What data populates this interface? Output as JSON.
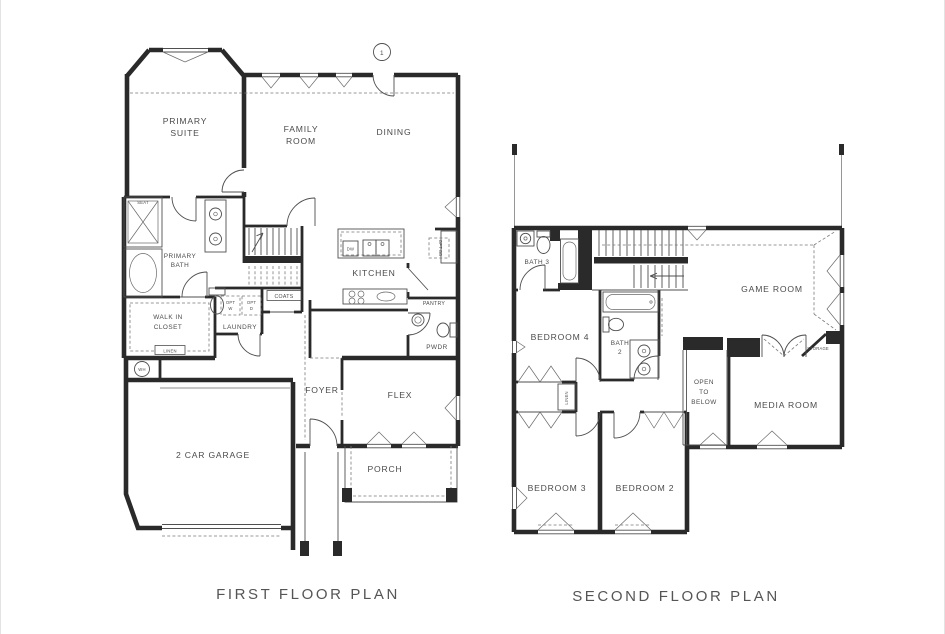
{
  "first_floor": {
    "caption": "FIRST FLOOR PLAN",
    "marker": "1",
    "rooms": {
      "primary_suite": [
        "PRIMARY",
        "SUITE"
      ],
      "family_room": [
        "FAMILY",
        "ROOM"
      ],
      "dining": "DINING",
      "primary_bath": [
        "PRIMARY",
        "BATH"
      ],
      "walk_in_closet": [
        "WALK IN",
        "CLOSET"
      ],
      "kitchen": "KITCHEN",
      "laundry": "LAUNDRY",
      "coats": "COATS",
      "pantry": "PANTRY",
      "pwdr": "PWDR",
      "foyer": "FOYER",
      "flex": "FLEX",
      "garage": "2 CAR GARAGE",
      "porch": "PORCH"
    },
    "fixtures": {
      "seat": "SEAT",
      "linen": "LINEN",
      "water_heater": "WH",
      "dishwasher": "DW",
      "opt_washer": [
        "OPT",
        "W"
      ],
      "opt_dryer": [
        "OPT",
        "D"
      ],
      "opt_bb": "OPT BB"
    }
  },
  "second_floor": {
    "caption": "SECOND FLOOR PLAN",
    "rooms": {
      "bath_3": "BATH 3",
      "game_room": "GAME ROOM",
      "bedroom_4": "BEDROOM 4",
      "bath_2": [
        "BATH",
        "2"
      ],
      "open_to_below": [
        "OPEN",
        "TO",
        "BELOW"
      ],
      "media_room": "MEDIA ROOM",
      "bedroom_3": "BEDROOM 3",
      "bedroom_2": "BEDROOM 2"
    },
    "fixtures": {
      "linen": "LINEN",
      "storage": "STORAGE"
    }
  }
}
